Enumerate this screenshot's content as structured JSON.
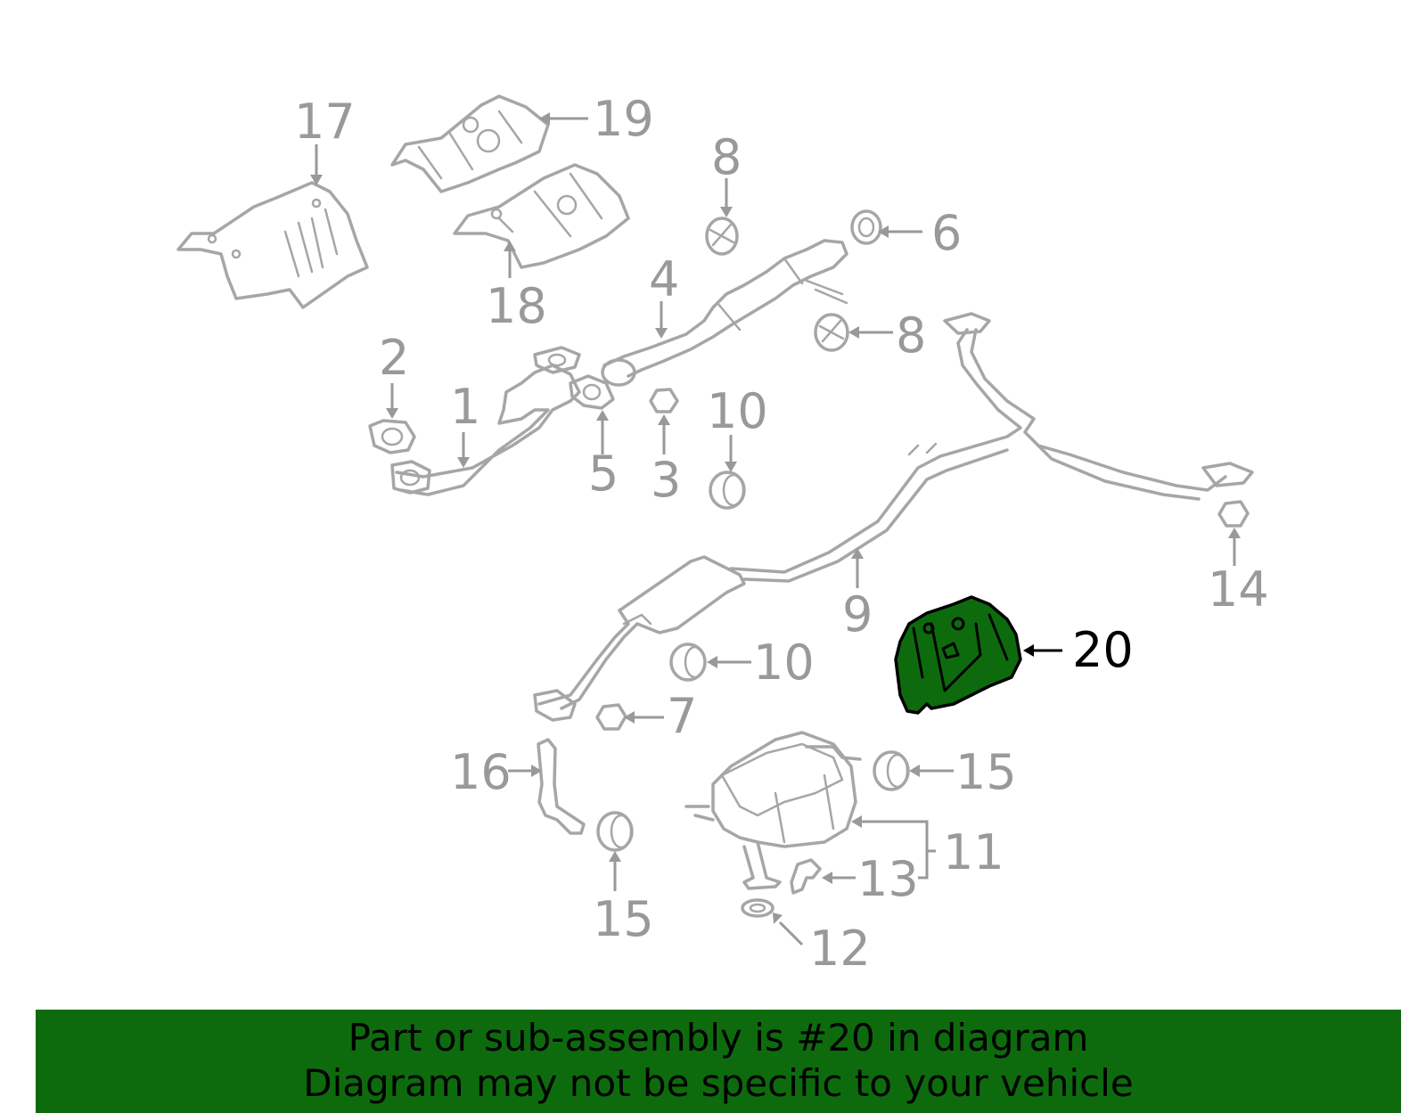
{
  "callouts": {
    "c1": "1",
    "c2": "2",
    "c3": "3",
    "c4": "4",
    "c5": "5",
    "c6": "6",
    "c7": "7",
    "c8a": "8",
    "c8b": "8",
    "c9": "9",
    "c10a": "10",
    "c10b": "10",
    "c11": "11",
    "c12": "12",
    "c13": "13",
    "c14": "14",
    "c15a": "15",
    "c15b": "15",
    "c16": "16",
    "c17": "17",
    "c18": "18",
    "c19": "19",
    "c20": "20"
  },
  "highlighted_part": "20",
  "colors": {
    "highlight": "#0d6b0d",
    "linework": "#a6a6a6",
    "callout_text": "#999999",
    "banner_bg": "#0d6b0d"
  },
  "banner": {
    "line1": "Part or sub-assembly is #20 in diagram",
    "line2": "Diagram may not be specific to your vehicle"
  }
}
